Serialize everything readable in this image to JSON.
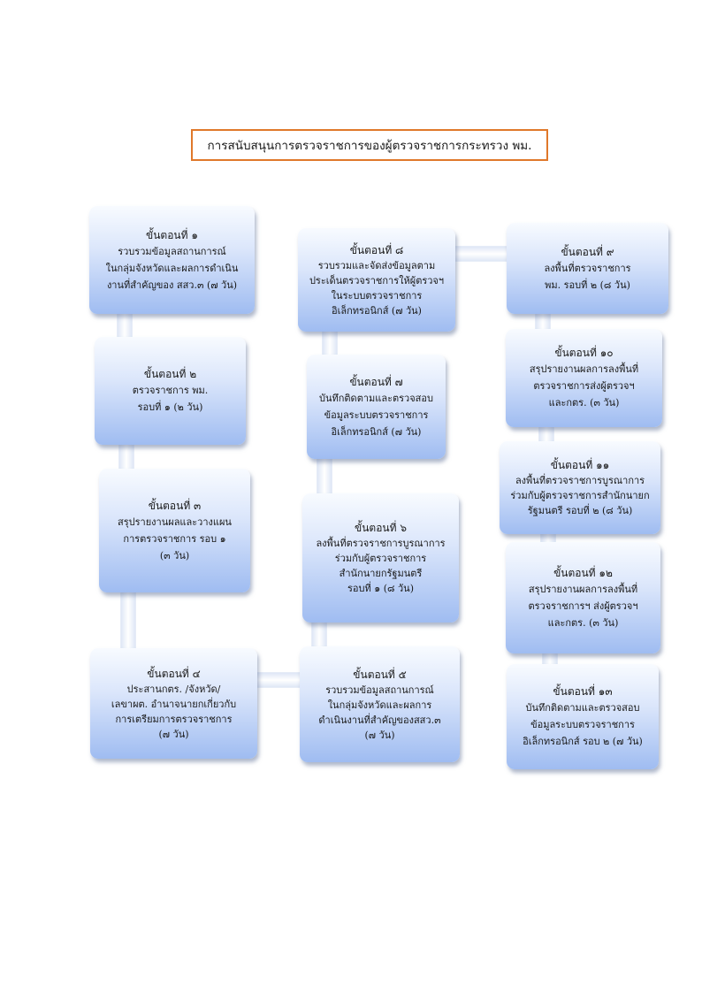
{
  "title": "การสนับสนุนการตรวจราชการของผู้ตรวจราชการกระทรวง พม.",
  "steps": [
    {
      "step": "ขั้นตอนที่ ๑",
      "lines": [
        "รวบรวมข้อมูลสถานการณ์",
        "ในกลุ่มจังหวัดและผลการดำเนิน",
        "งานที่สำคัญของ สสว.๓ (๗ วัน)"
      ]
    },
    {
      "step": "ขั้นตอนที่ ๒",
      "lines": [
        "ตรวจราชการ พม.",
        "รอบที่ ๑ (๒ วัน)"
      ]
    },
    {
      "step": "ขั้นตอนที่ ๓",
      "lines": [
        "สรุปรายงานผลและวางแผน",
        "การตรวจราชการ รอบ ๑",
        "(๓ วัน)"
      ]
    },
    {
      "step": "ขั้นตอนที่ ๔",
      "lines": [
        "ประสานกตร. /จังหวัด/",
        "เลขาผต. อำนาจนายกเกี่ยวกับ",
        "การเตรียมการตรวจราชการ",
        "(๗ วัน)"
      ]
    },
    {
      "step": "ขั้นตอนที่ ๕",
      "lines": [
        "รวบรวมข้อมูลสถานการณ์",
        "ในกลุ่มจังหวัดและผลการ",
        "ดำเนินงานที่สำคัญของสสว.๓",
        "(๗ วัน)"
      ]
    },
    {
      "step": "ขั้นตอนที่ ๖",
      "lines": [
        "ลงพื้นที่ตรวจราชการบูรณาการ",
        "ร่วมกับผู้ตรวจราชการ",
        "สำนักนายกรัฐมนตรี",
        "รอบที่ ๑ (๘ วัน)"
      ]
    },
    {
      "step": "ขั้นตอนที่ ๗",
      "lines": [
        "บันทึกติดตามและตรวจสอบ",
        "ข้อมูลระบบตรวจราชการ",
        "อิเล็กทรอนิกส์ (๗ วัน)"
      ]
    },
    {
      "step": "ขั้นตอนที่ ๘",
      "lines": [
        "รวบรวมและจัดส่งข้อมูลตาม",
        "ประเด็นตรวจราชการให้ผู้ตรวจฯ",
        "ในระบบตรวจราชการ",
        "อิเล็กทรอนิกส์ (๗ วัน)"
      ]
    },
    {
      "step": "ขั้นตอนที่ ๙",
      "lines": [
        "ลงพื้นที่ตรวจราชการ",
        "พม. รอบที่ ๒ (๘ วัน)"
      ]
    },
    {
      "step": "ขั้นตอนที่ ๑๐",
      "lines": [
        "สรุปรายงานผลการลงพื้นที่",
        "ตรวจราชการส่งผู้ตรวจฯ",
        "และกตร. (๓ วัน)"
      ]
    },
    {
      "step": "ขั้นตอนที่ ๑๑",
      "lines": [
        "ลงพื้นที่ตรวจราชการบูรณาการ",
        "ร่วมกับผู้ตรวจราชการสำนักนายก",
        "รัฐมนตรี รอบที่ ๒ (๘ วัน)"
      ]
    },
    {
      "step": "ขั้นตอนที่ ๑๒",
      "lines": [
        "สรุปรายงานผลการลงพื้นที่",
        "ตรวจราชการฯ ส่งผู้ตรวจฯ",
        "และกตร. (๓ วัน)"
      ]
    },
    {
      "step": "ขั้นตอนที่ ๑๓",
      "lines": [
        "บันทึกติดตามและตรวจสอบ",
        "ข้อมูลระบบตรวจราชการ",
        "อิเล็กทรอนิกส์ รอบ ๒ (๗ วัน)"
      ]
    }
  ]
}
